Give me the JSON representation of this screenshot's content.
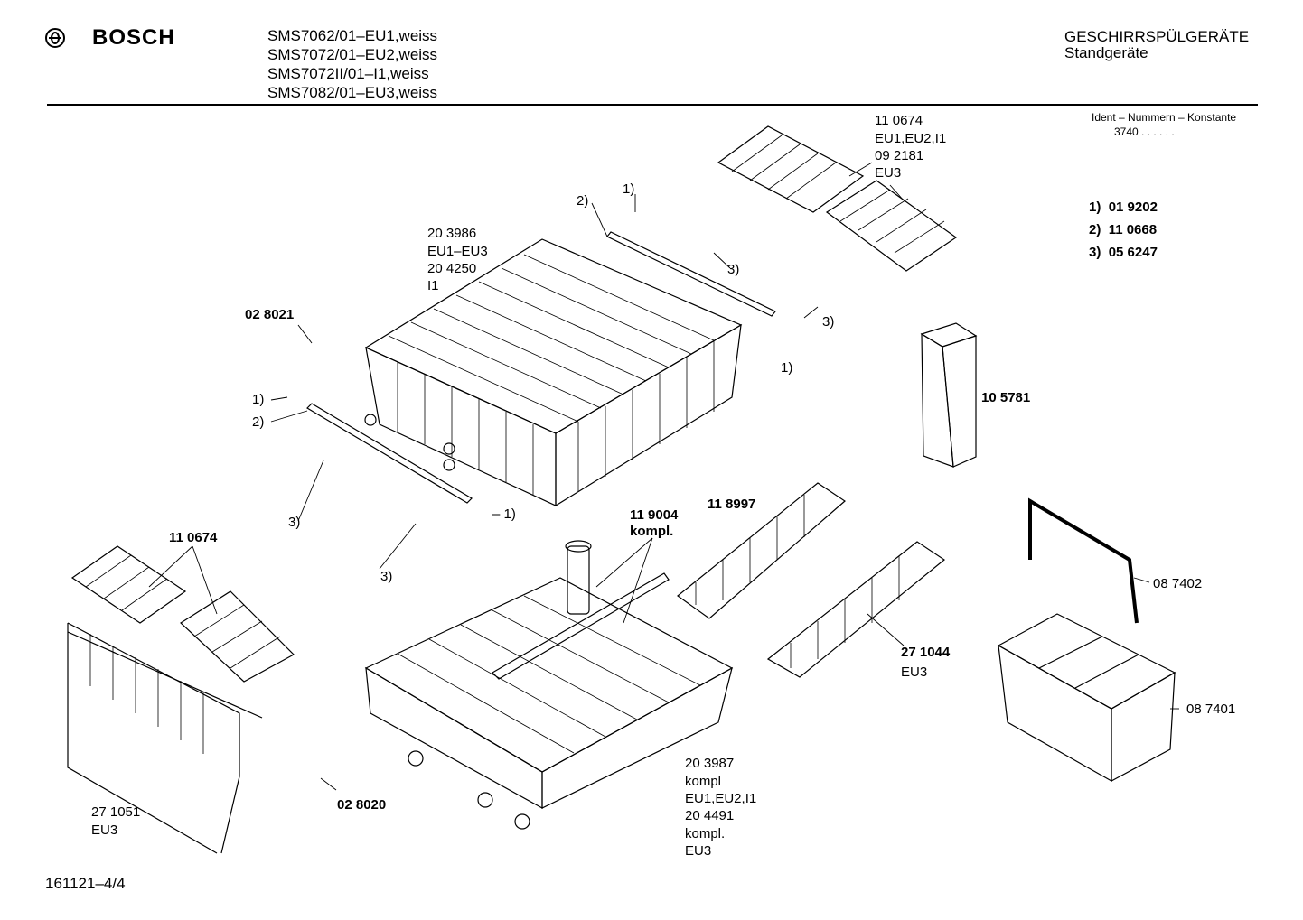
{
  "header": {
    "brand": "BOSCH",
    "models": [
      "SMS7062/01–EU1,weiss",
      "SMS7072/01–EU2,weiss",
      "SMS7072II/01–I1,weiss",
      "SMS7082/01–EU3,weiss"
    ],
    "category": "GESCHIRRSPÜLGERÄTE",
    "subcategory": "Standgeräte"
  },
  "ident": {
    "label": "Ident – Nummern – Konstante",
    "value": "3740  .  .  .  .  .  ."
  },
  "legend": [
    {
      "key": "1)",
      "value": "01 9202"
    },
    {
      "key": "2)",
      "value": "11 0668"
    },
    {
      "key": "3)",
      "value": "05 6247"
    }
  ],
  "labels": {
    "top_rack_line1": "20 3986",
    "top_rack_line2": "EU1–EU3",
    "top_rack_line3": "20 4250",
    "top_rack_line4": "I1",
    "tines_top_line1": "11 0674",
    "tines_top_line2": "EU1,EU2,I1",
    "tines_top_line3": "09 2181",
    "tines_top_line4": "EU3",
    "wheel_upper": "02 8021",
    "callout_1_left": "1)",
    "callout_2_left": "2)",
    "callout_1_top": "1)",
    "callout_2_top": "2)",
    "callout_3_a": "3)",
    "callout_3_b": "3)",
    "callout_3_c": "3)",
    "callout_3_d": "3)",
    "callout_1_right": "1)",
    "callout_1_rail": "– 1)",
    "container": "10 5781",
    "tines_left": "11 0674",
    "spray_arm_line1": "11 9004",
    "spray_arm_line2": "kompl.",
    "insert_upper": "11 8997",
    "insert_lower_line1": "27 1044",
    "insert_lower_line2": "EU3",
    "handle": "08 7402",
    "basket": "08 7401",
    "cup_rack_line1": "27 1051",
    "cup_rack_line2": "EU3",
    "wheel_lower": "02 8020",
    "lower_rack_line1": "20 3987",
    "lower_rack_line2": "kompl",
    "lower_rack_line3": "EU1,EU2,I1",
    "lower_rack_line4": "20 4491",
    "lower_rack_line5": "kompl.",
    "lower_rack_line6": "EU3"
  },
  "footer": {
    "page_id": "161121–4/4"
  }
}
